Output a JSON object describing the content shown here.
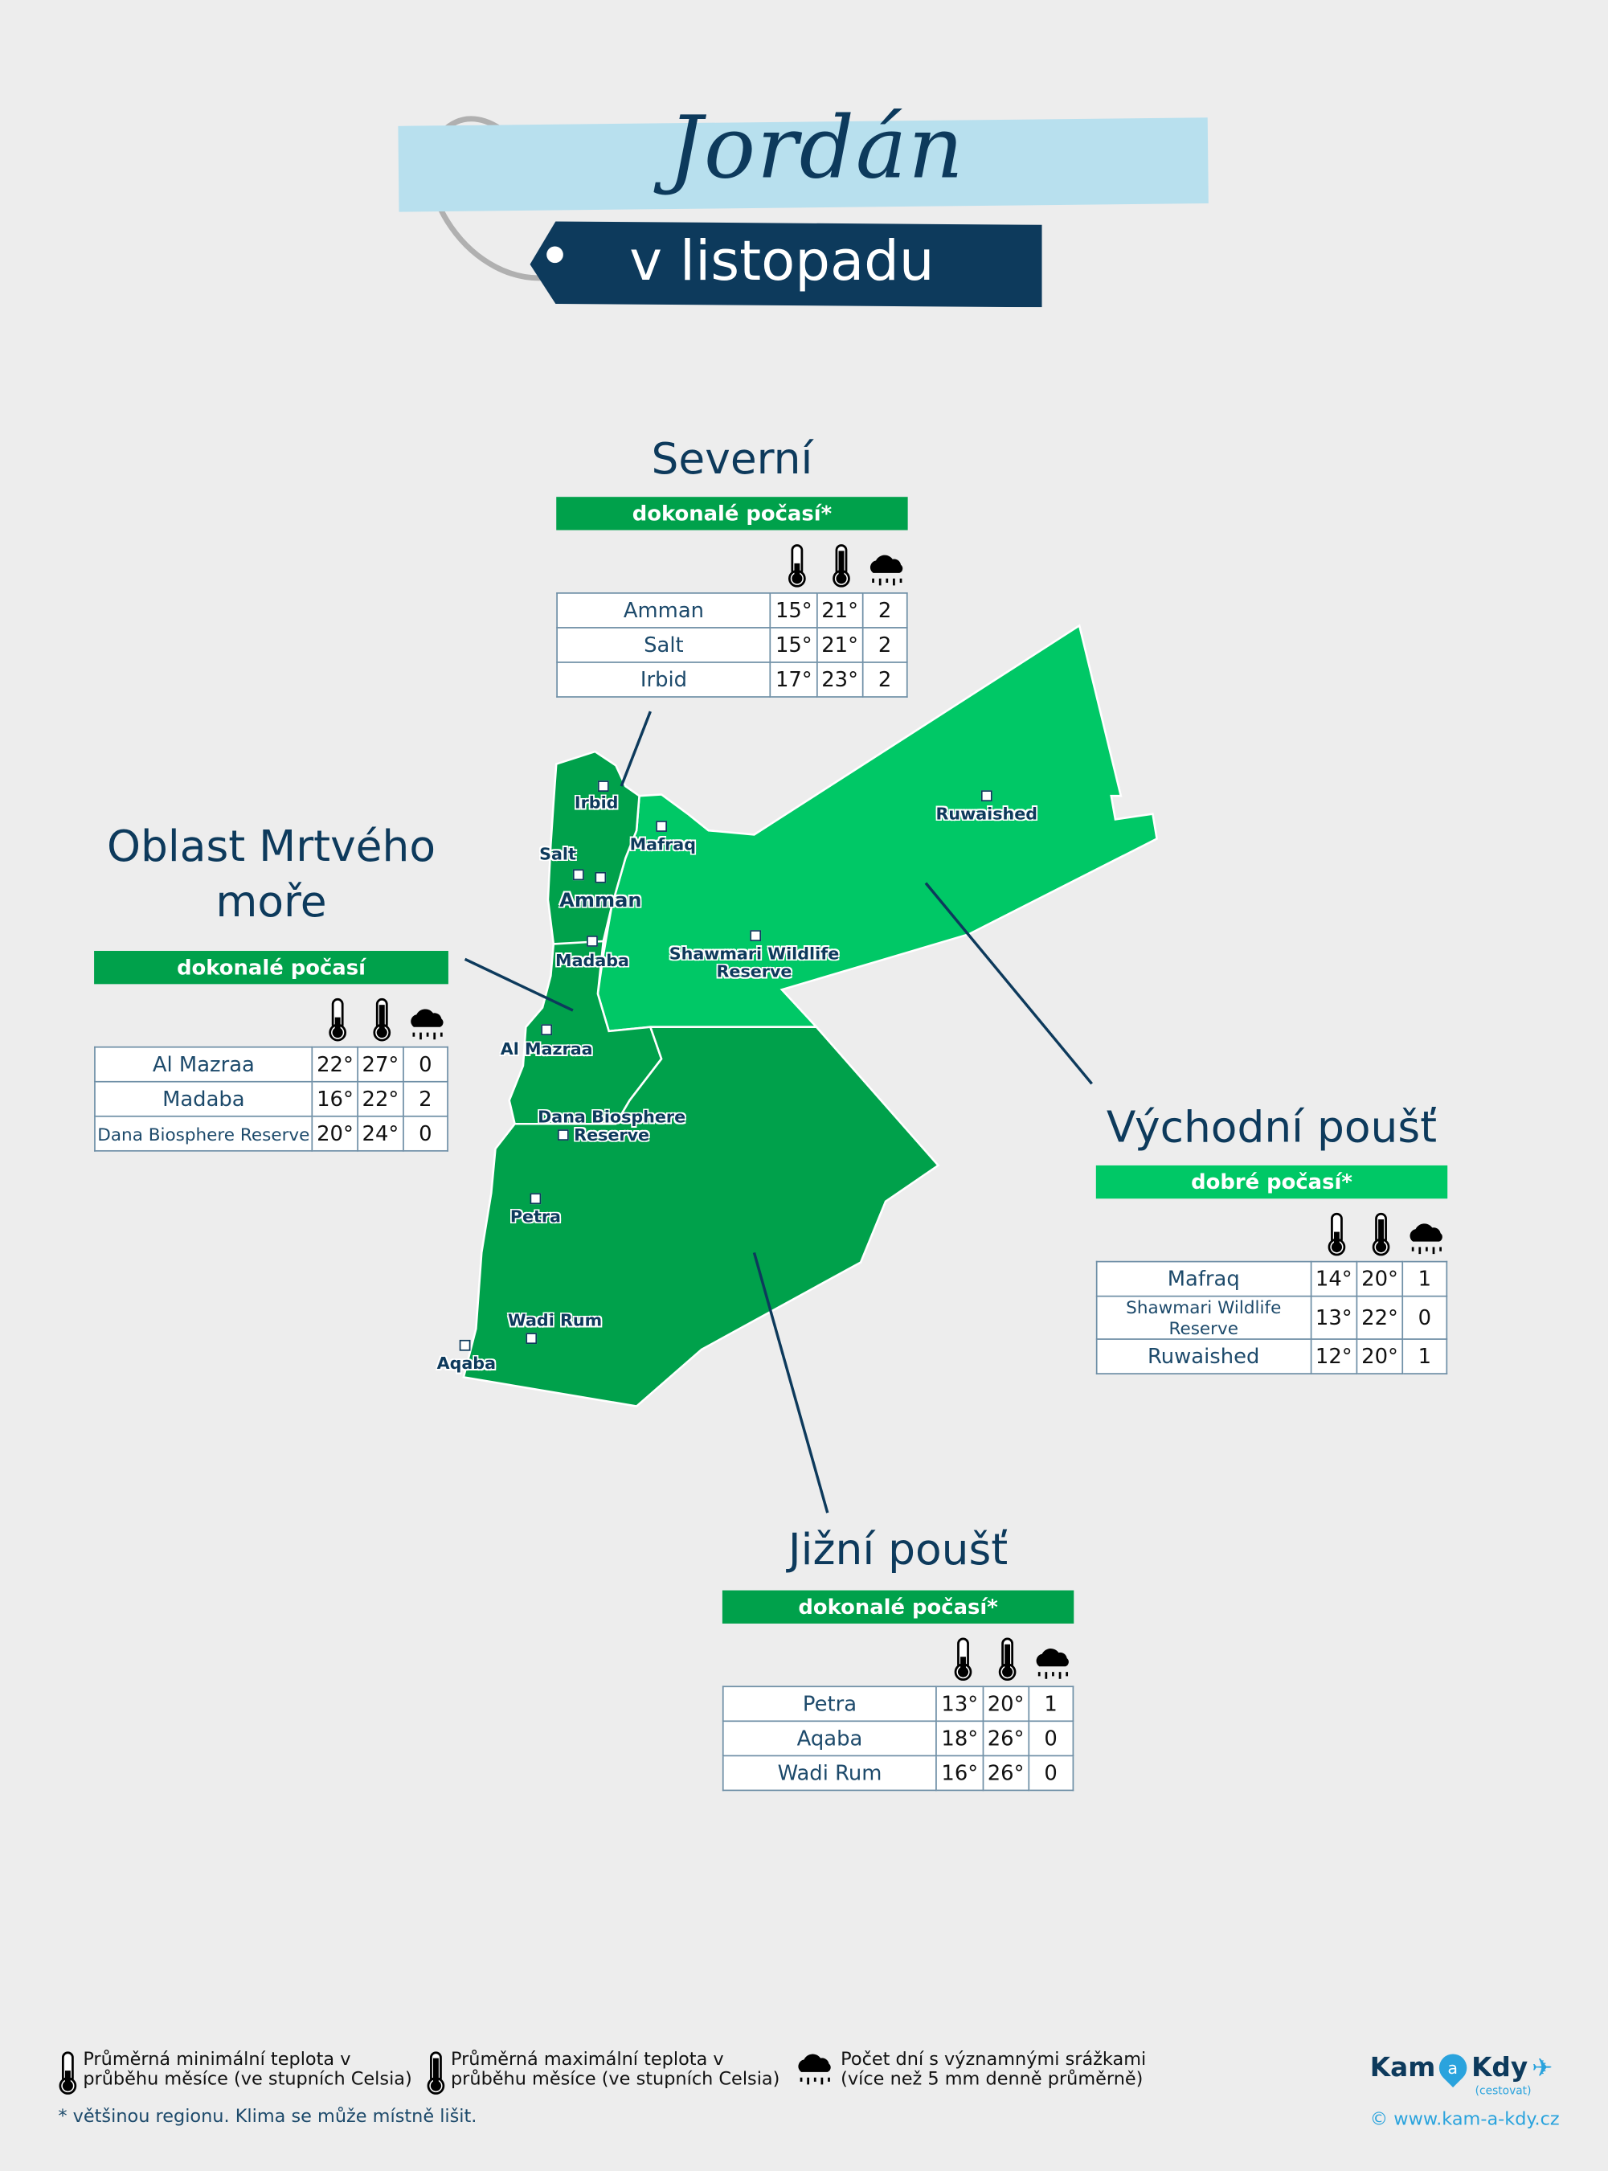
{
  "header": {
    "title": "Jordán",
    "subtitle": "v listopadu"
  },
  "colors": {
    "navy": "#0d3a5c",
    "perfect": "#00a14b",
    "good": "#00c866",
    "banner": "#b8e0ee"
  },
  "regions": [
    {
      "id": "severni",
      "name": "Severní",
      "rating": "dokonalé počasí*",
      "rows": [
        [
          "Amman",
          "15°",
          "21°",
          "2"
        ],
        [
          "Salt",
          "15°",
          "21°",
          "2"
        ],
        [
          "Irbid",
          "17°",
          "23°",
          "2"
        ]
      ]
    },
    {
      "id": "mrtve-more",
      "name": "Oblast Mrtvého",
      "name2": "moře",
      "rating": "dokonalé počasí",
      "rows": [
        [
          "Al Mazraa",
          "22°",
          "27°",
          "0"
        ],
        [
          "Madaba",
          "16°",
          "22°",
          "2"
        ],
        [
          "Dana Biosphere Reserve",
          "20°",
          "24°",
          "0"
        ]
      ]
    },
    {
      "id": "vychodni",
      "name": "Východní poušť",
      "rating": "dobré počasí*",
      "rows": [
        [
          "Mafraq",
          "14°",
          "20°",
          "1"
        ],
        [
          "Shawmari Wildlife Reserve",
          "13°",
          "22°",
          "0"
        ],
        [
          "Ruwaished",
          "12°",
          "20°",
          "1"
        ]
      ]
    },
    {
      "id": "jizni",
      "name": "Jižní poušť",
      "rating": "dokonalé počasí*",
      "rows": [
        [
          "Petra",
          "13°",
          "20°",
          "1"
        ],
        [
          "Aqaba",
          "18°",
          "26°",
          "0"
        ],
        [
          "Wadi Rum",
          "16°",
          "26°",
          "0"
        ]
      ]
    }
  ],
  "map": {
    "cities": [
      {
        "name": "Irbid"
      },
      {
        "name": "Mafraq"
      },
      {
        "name": "Salt"
      },
      {
        "name": "Amman"
      },
      {
        "name": "Madaba"
      },
      {
        "name": "Shawmari Wildlife",
        "name2": "Reserve"
      },
      {
        "name": "Ruwaished"
      },
      {
        "name": "Al Mazraa"
      },
      {
        "name": "Dana Biosphere",
        "name2": "Reserve"
      },
      {
        "name": "Petra"
      },
      {
        "name": "Wadi Rum"
      },
      {
        "name": "Aqaba"
      }
    ]
  },
  "legend": {
    "min": [
      "Průměrná minimální teplota v",
      "průběhu měsíce (ve stupních Celsia)"
    ],
    "max": [
      "Průměrná maximální teplota v",
      "průběhu měsíce (ve stupních Celsia)"
    ],
    "rain": [
      "Počet dní s významnými srážkami",
      "(více než 5 mm denně průměrně)"
    ],
    "note": "* většinou regionu. Klima se může místně lišit."
  },
  "logo": {
    "kam": "Kam",
    "a": "a",
    "kdy": "Kdy",
    "tag": "(cestovat)",
    "url": "© www.kam-a-kdy.cz"
  }
}
